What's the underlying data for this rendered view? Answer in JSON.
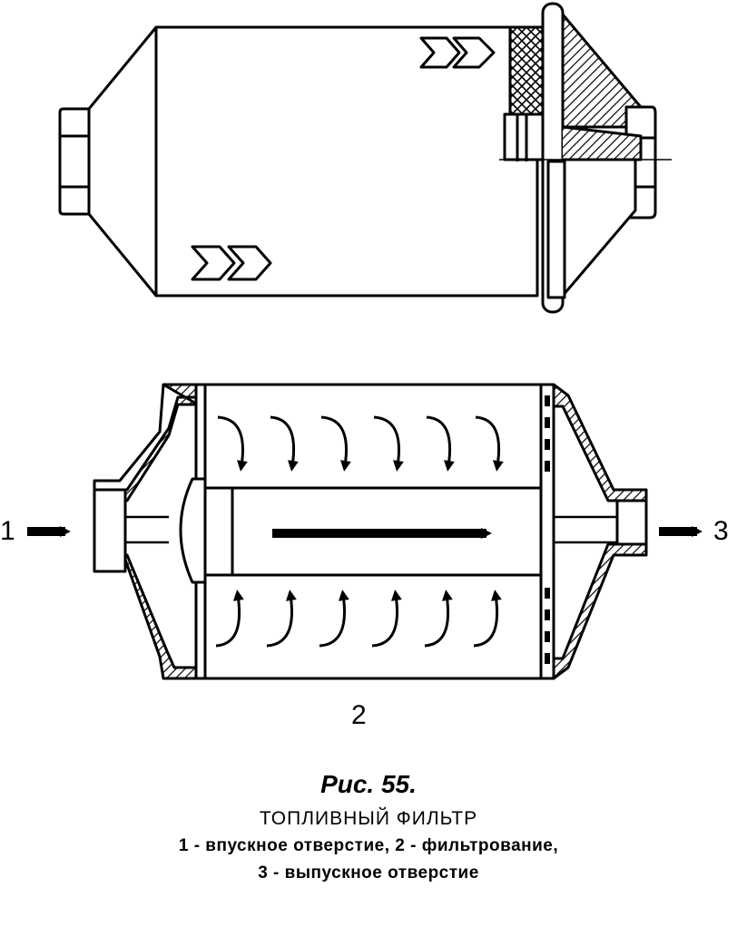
{
  "callouts": {
    "inlet": "1",
    "filtering": "2",
    "outlet": "3"
  },
  "caption": {
    "figure_number": "Рис. 55.",
    "title": "ТОПЛИВНЫЙ ФИЛЬТР",
    "legend_line_1": "1 - впускное отверстие, 2 - фильтрование,",
    "legend_line_2": "3 - выпускное отверстие"
  },
  "colors": {
    "ink": "#000000",
    "paper": "#ffffff"
  }
}
